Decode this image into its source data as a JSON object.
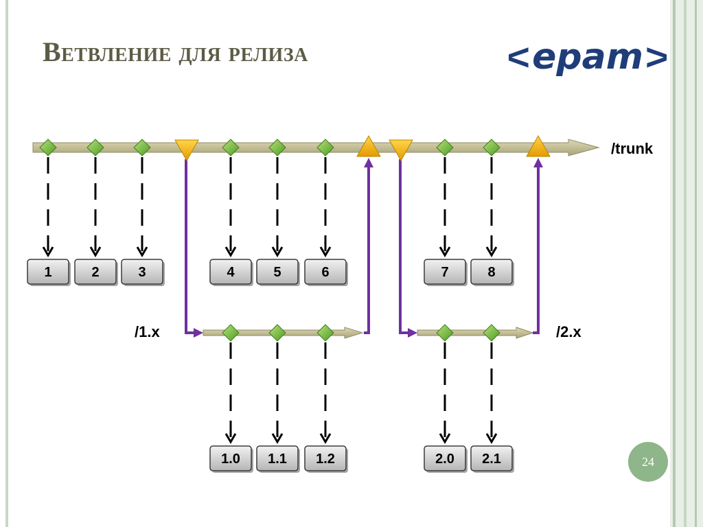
{
  "slide": {
    "title": "Ветвление для релиза",
    "logo_text": "<epam>",
    "page_number": "24"
  },
  "branches": {
    "trunk_label": "/trunk",
    "release1_label": "/1.x",
    "release2_label": "/2.x"
  },
  "revisions": {
    "trunk": [
      "1",
      "2",
      "3",
      "4",
      "5",
      "6",
      "7",
      "8"
    ],
    "release1": [
      "1.0",
      "1.1",
      "1.2"
    ],
    "release2": [
      "2.0",
      "2.1"
    ]
  },
  "colors": {
    "title": "#5c5c46",
    "branch_line": "#7030a0",
    "commit_marker": "#7ac142",
    "branch_point_marker": "#f5b800",
    "arrow_bar": "#c8c29a",
    "page_badge": "#8fb58a",
    "logo": "#1f3d7a"
  }
}
